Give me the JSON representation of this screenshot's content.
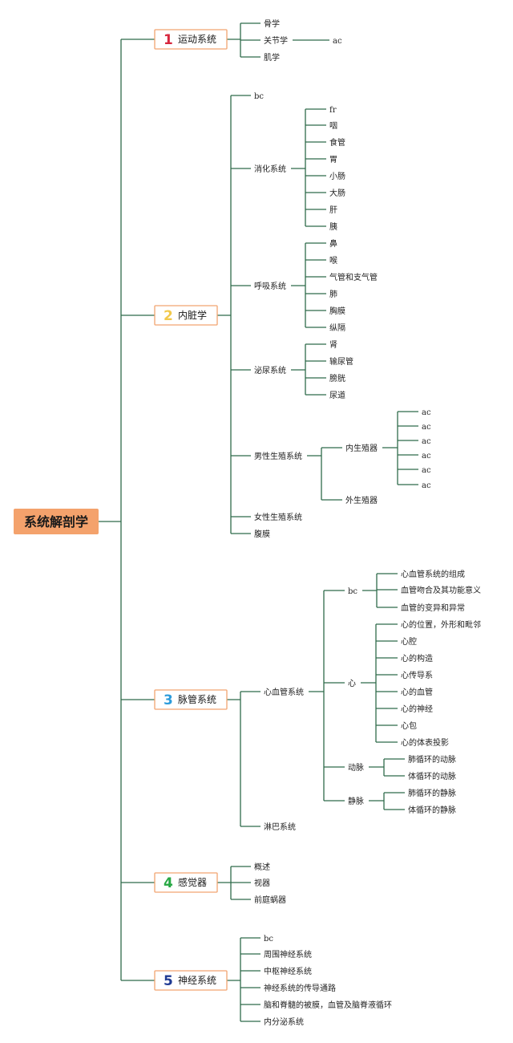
{
  "root": {
    "label": "系统解剖学"
  },
  "branches": [
    {
      "num": "1",
      "label": "运动系统",
      "num_color": "#d7263d",
      "children": [
        {
          "label": "骨学"
        },
        {
          "label": "关节学",
          "children": [
            {
              "label": "ac"
            }
          ]
        },
        {
          "label": "肌学"
        }
      ]
    },
    {
      "num": "2",
      "label": "内脏学",
      "num_color": "#f2c94c",
      "children": [
        {
          "label": "bc"
        },
        {
          "label": "消化系统",
          "children": [
            {
              "label": "fr"
            },
            {
              "label": "咽"
            },
            {
              "label": "食管"
            },
            {
              "label": "胃"
            },
            {
              "label": "小肠"
            },
            {
              "label": "大肠"
            },
            {
              "label": "肝"
            },
            {
              "label": "胰"
            }
          ]
        },
        {
          "label": "呼吸系统",
          "children": [
            {
              "label": "鼻"
            },
            {
              "label": "喉"
            },
            {
              "label": "气管和支气管"
            },
            {
              "label": "肺"
            },
            {
              "label": "胸膜"
            },
            {
              "label": "纵隔"
            }
          ]
        },
        {
          "label": "泌尿系统",
          "children": [
            {
              "label": "肾"
            },
            {
              "label": "输尿管"
            },
            {
              "label": "膀胱"
            },
            {
              "label": "尿道"
            }
          ]
        },
        {
          "label": "男性生殖系统",
          "children": [
            {
              "label": "内生殖器",
              "children": [
                {
                  "label": "ac"
                },
                {
                  "label": "ac"
                },
                {
                  "label": "ac"
                },
                {
                  "label": "ac"
                },
                {
                  "label": "ac"
                },
                {
                  "label": "ac"
                }
              ]
            },
            {
              "label": "外生殖器"
            }
          ]
        },
        {
          "label": "女性生殖系统"
        },
        {
          "label": "腹膜"
        }
      ]
    },
    {
      "num": "3",
      "label": "脉管系统",
      "num_color": "#2d9cdb",
      "children": [
        {
          "label": "心血管系统",
          "children": [
            {
              "label": "bc",
              "children": [
                {
                  "label": "心血管系统的组成"
                },
                {
                  "label": "血管吻合及其功能意义"
                },
                {
                  "label": "血管的变异和异常"
                }
              ]
            },
            {
              "label": "心",
              "children": [
                {
                  "label": "心的位置，外形和毗邻"
                },
                {
                  "label": "心腔"
                },
                {
                  "label": "心的构造"
                },
                {
                  "label": "心传导系"
                },
                {
                  "label": "心的血管"
                },
                {
                  "label": "心的神经"
                },
                {
                  "label": "心包"
                },
                {
                  "label": "心的体表投影"
                }
              ]
            },
            {
              "label": "动脉",
              "children": [
                {
                  "label": "肺循环的动脉"
                },
                {
                  "label": "体循环的动脉"
                }
              ]
            },
            {
              "label": "静脉",
              "children": [
                {
                  "label": "肺循环的静脉"
                },
                {
                  "label": "体循环的静脉"
                }
              ]
            }
          ]
        },
        {
          "label": "淋巴系统"
        }
      ]
    },
    {
      "num": "4",
      "label": "感觉器",
      "num_color": "#27a844",
      "children": [
        {
          "label": "概述"
        },
        {
          "label": "视器"
        },
        {
          "label": "前庭蜗器"
        }
      ]
    },
    {
      "num": "5",
      "label": "神经系统",
      "num_color": "#1f3a93",
      "children": [
        {
          "label": "bc"
        },
        {
          "label": "周围神经系统"
        },
        {
          "label": "中枢神经系统"
        },
        {
          "label": "神经系统的传导通路"
        },
        {
          "label": "脑和脊髓的被膜，血管及脑脊液循环"
        },
        {
          "label": "内分泌系统"
        }
      ]
    }
  ]
}
